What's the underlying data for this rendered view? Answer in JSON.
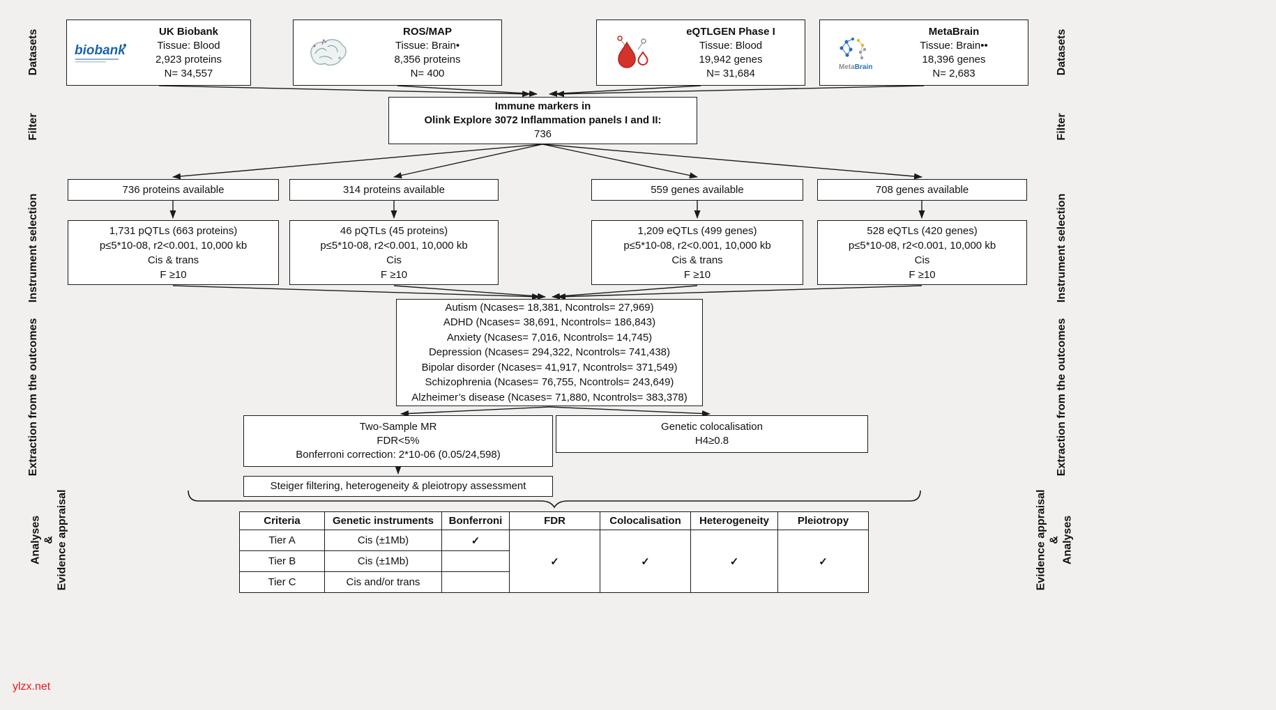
{
  "watermark": "ylzx.net",
  "colors": {
    "background": "#f1f0ee",
    "box_border": "#1a1a1a",
    "biobank_blue": "#1b63ac",
    "drop_red": "#c4281f",
    "metabrain_blue": "#2a6fba",
    "metabrain_yellow": "#e4b929",
    "metabrain_gray": "#9aa0a6",
    "watermark_red": "#e8191c"
  },
  "icons": {
    "dataset_logos": [
      "uk-biobank-logo",
      "rosmap-brain-sketch-icon",
      "blood-drop-network-icon",
      "metabrain-network-logo"
    ]
  },
  "side_labels": {
    "datasets": "Datasets",
    "filter": "Filter",
    "instrument_selection": "Instrument selection",
    "extraction": "Extraction from the outcomes",
    "analyses": "Analyses",
    "ampersand": "&",
    "evidence": "Evidence appraisal"
  },
  "datasets": [
    {
      "name": "UK Biobank",
      "tissue": "Tissue: Blood",
      "quantity": "2,923 proteins",
      "sample": "N= 34,557",
      "logo_text": "biobank"
    },
    {
      "name": "ROS/MAP",
      "tissue": "Tissue: Brain•",
      "quantity": "8,356 proteins",
      "sample": "N= 400"
    },
    {
      "name": "eQTLGEN Phase I",
      "tissue": "Tissue: Blood",
      "quantity": "19,942 genes",
      "sample": "N= 31,684"
    },
    {
      "name": "MetaBrain",
      "tissue": "Tissue: Brain••",
      "quantity": "18,396 genes",
      "sample": "N= 2,683",
      "logo_meta": "Meta",
      "logo_brain": "Brain"
    }
  ],
  "filter_box": {
    "line1": "Immune markers in",
    "line2": "Olink Explore 3072 Inflammation panels I and II:",
    "line3": "736"
  },
  "available_boxes": [
    "736 proteins available",
    "314 proteins available",
    "559 genes available",
    "708 genes available"
  ],
  "instrument_boxes": [
    {
      "line1": "1,731 pQTLs (663 proteins)",
      "line2": "p≤5*10-08, r2<0.001, 10,000 kb",
      "line3": "Cis & trans",
      "line4": "F ≥10"
    },
    {
      "line1": "46 pQTLs (45 proteins)",
      "line2": "p≤5*10-08, r2<0.001, 10,000 kb",
      "line3": "Cis",
      "line4": "F ≥10"
    },
    {
      "line1": "1,209 eQTLs (499 genes)",
      "line2": "p≤5*10-08, r2<0.001, 10,000 kb",
      "line3": "Cis & trans",
      "line4": "F ≥10"
    },
    {
      "line1": "528 eQTLs (420 genes)",
      "line2": "p≤5*10-08, r2<0.001, 10,000 kb",
      "line3": "Cis",
      "line4": "F ≥10"
    }
  ],
  "outcomes_box": {
    "lines": [
      "Autism (Ncases= 18,381, Ncontrols= 27,969)",
      "ADHD (Ncases= 38,691, Ncontrols= 186,843)",
      "Anxiety (Ncases= 7,016, Ncontrols= 14,745)",
      "Depression (Ncases= 294,322, Ncontrols= 741,438)",
      "Bipolar disorder (Ncases= 41,917, Ncontrols= 371,549)",
      "Schizophrenia (Ncases= 76,755, Ncontrols= 243,649)",
      "Alzheimer’s disease (Ncases= 71,880, Ncontrols= 383,378)"
    ]
  },
  "mr_box": {
    "line1": "Two-Sample MR",
    "line2": "FDR<5%",
    "line3": "Bonferroni correction: 2*10-06 (0.05/24,598)"
  },
  "coloc_box": {
    "line1": "Genetic colocalisation",
    "line2": "H4≥0.8"
  },
  "steiger_box": {
    "text": "Steiger filtering, heterogeneity & pleiotropy assessment"
  },
  "tier_table": {
    "headers": [
      "Criteria",
      "Genetic instruments",
      "Bonferroni",
      "FDR",
      "Colocalisation",
      "Heterogeneity",
      "Pleiotropy"
    ],
    "rows": [
      {
        "criteria": "Tier A",
        "instruments": "Cis (±1Mb)",
        "bonferroni": "✓"
      },
      {
        "criteria": "Tier B",
        "instruments": "Cis (±1Mb)",
        "bonferroni": ""
      },
      {
        "criteria": "Tier C",
        "instruments": "Cis and/or trans",
        "bonferroni": ""
      }
    ],
    "shared_checks": {
      "fdr": "✓",
      "colocalisation": "✓",
      "heterogeneity": "✓",
      "pleiotropy": "✓"
    }
  }
}
